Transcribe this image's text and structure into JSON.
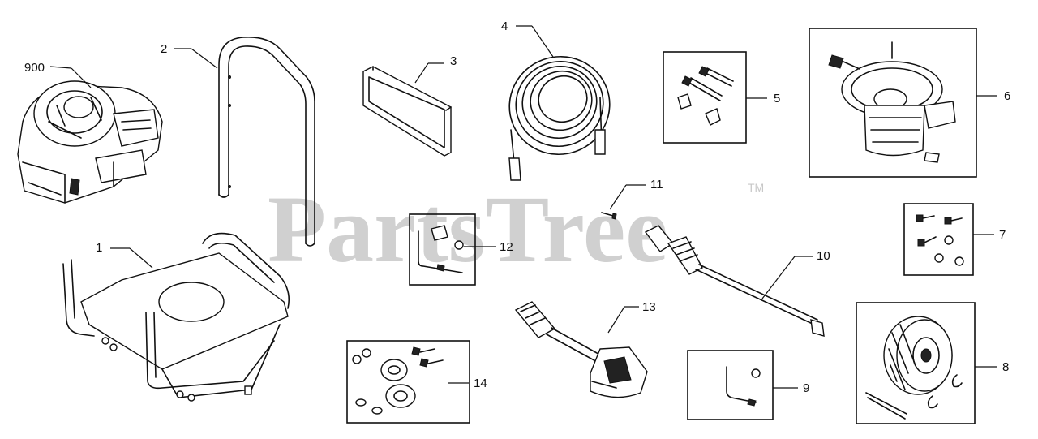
{
  "watermark": {
    "text": "PartsTree",
    "trademark": "TM"
  },
  "parts": [
    {
      "id": "900",
      "label": "900",
      "icon": "engine-icon"
    },
    {
      "id": "2",
      "label": "2",
      "icon": "handle-icon"
    },
    {
      "id": "3",
      "label": "3",
      "icon": "panel-icon"
    },
    {
      "id": "4",
      "label": "4",
      "icon": "hose-icon"
    },
    {
      "id": "5",
      "label": "5",
      "icon": "bolt-kit-icon"
    },
    {
      "id": "6",
      "label": "6",
      "icon": "pump-icon"
    },
    {
      "id": "7",
      "label": "7",
      "icon": "hardware-kit-icon"
    },
    {
      "id": "11",
      "label": "11",
      "icon": "screw-icon"
    },
    {
      "id": "12",
      "label": "12",
      "icon": "pin-kit-icon"
    },
    {
      "id": "10",
      "label": "10",
      "icon": "wand-icon"
    },
    {
      "id": "1",
      "label": "1",
      "icon": "frame-icon"
    },
    {
      "id": "13",
      "label": "13",
      "icon": "spray-gun-icon"
    },
    {
      "id": "14",
      "label": "14",
      "icon": "bearing-kit-icon"
    },
    {
      "id": "9",
      "label": "9",
      "icon": "axle-kit-icon"
    },
    {
      "id": "8",
      "label": "8",
      "icon": "wheel-icon"
    }
  ]
}
